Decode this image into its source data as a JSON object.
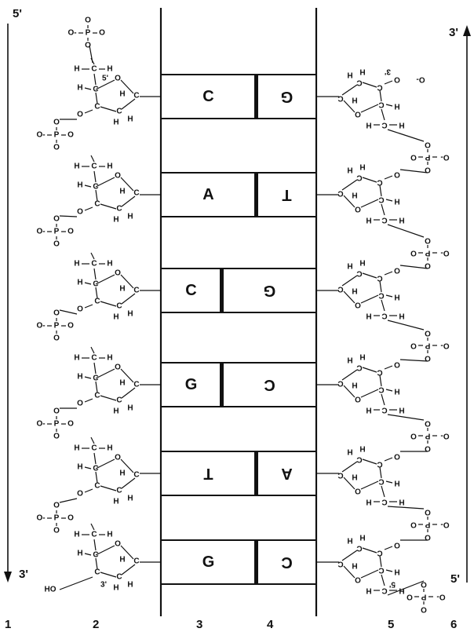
{
  "strand_labels": {
    "left_top": "5'",
    "left_bottom": "3'",
    "right_top": "3'",
    "right_bottom": "5'"
  },
  "column_numbers": [
    "1",
    "2",
    "3",
    "4",
    "5",
    "6"
  ],
  "base_pairs": [
    {
      "left": "C",
      "right": "G",
      "left_rotated": false,
      "right_rotated": true
    },
    {
      "left": "A",
      "right": "T",
      "left_rotated": false,
      "right_rotated": true
    },
    {
      "left": "C",
      "right": "G",
      "left_rotated": false,
      "right_rotated": true
    },
    {
      "left": "G",
      "right": "C",
      "left_rotated": false,
      "right_rotated": true
    },
    {
      "left": "T",
      "right": "A",
      "left_rotated": true,
      "right_rotated": true
    },
    {
      "left": "G",
      "right": "C",
      "left_rotated": false,
      "right_rotated": true
    }
  ],
  "atoms": {
    "hydrogen": "H",
    "oxygen": "O",
    "phosphorus": "P",
    "carbon": "C",
    "terminal_oxygen": "HO",
    "phosphate_oxygen": "O-",
    "prime_3": "3'",
    "prime_5": "5'"
  }
}
